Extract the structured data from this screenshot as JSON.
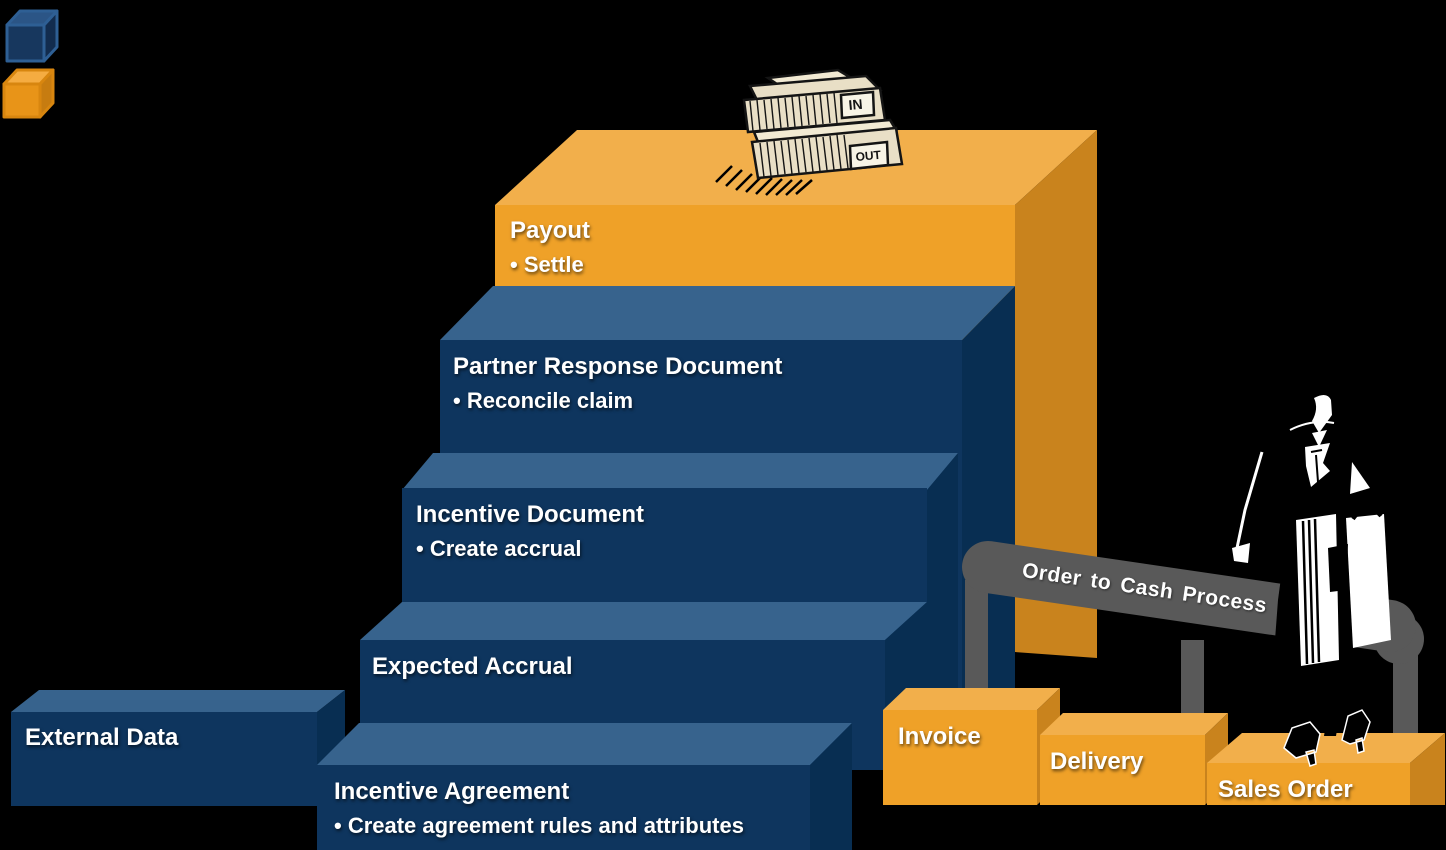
{
  "legend": {
    "cubes": [
      {
        "name": "blue-cube",
        "color": "#17375E"
      },
      {
        "name": "orange-cube",
        "color": "#E89418"
      }
    ]
  },
  "staircase": {
    "steps": [
      {
        "id": "payout",
        "title": "Payout",
        "bullet": "• Settle"
      },
      {
        "id": "partner-response-document",
        "title": "Partner Response Document",
        "bullet": "• Reconcile claim"
      },
      {
        "id": "incentive-document",
        "title": "Incentive Document",
        "bullet": "• Create accrual"
      },
      {
        "id": "expected-accrual",
        "title": "Expected Accrual",
        "bullet": ""
      },
      {
        "id": "incentive-agreement",
        "title": "Incentive Agreement",
        "bullet": "• Create agreement rules and attributes"
      },
      {
        "id": "external-data",
        "title": "External Data",
        "bullet": ""
      }
    ]
  },
  "order_to_cash": {
    "rail_label": "Order to Cash Process",
    "steps": [
      {
        "label": "Invoice"
      },
      {
        "label": "Delivery"
      },
      {
        "label": "Sales Order"
      }
    ]
  },
  "tray": {
    "in_label": "IN",
    "out_label": "OUT"
  },
  "colors": {
    "background": "#000000",
    "navy_face": "#0E355E",
    "navy_top": "#37638D",
    "navy_side": "#082E52",
    "orange_face": "#EFA128",
    "orange_top": "#F2AF4B",
    "orange_side": "#C9831D",
    "rail_gray": "#595959",
    "text": "#FFFFFF",
    "cube_blue_face": "#17375E",
    "cube_blue_top": "#2B5586",
    "cube_blue_side": "#122C4E",
    "cube_blue_stroke": "#2E5F94",
    "cube_orange_face": "#E89418",
    "cube_orange_top": "#F5AC41",
    "cube_orange_side": "#C77C10",
    "cube_orange_stroke": "#D8860F",
    "tray_cream": "#E9DFC6",
    "tray_paper": "#F2EAD3"
  }
}
